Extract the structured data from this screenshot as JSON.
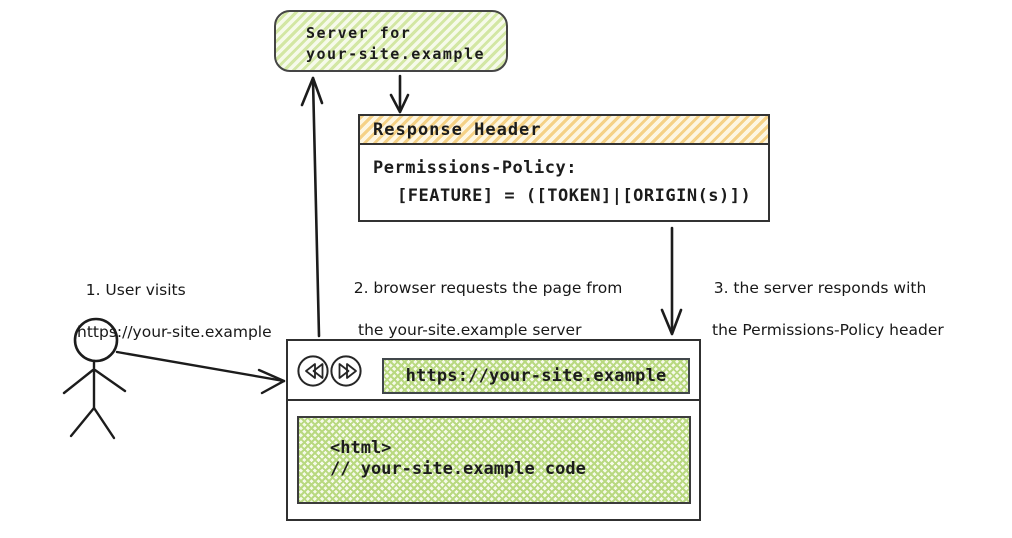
{
  "server_box": {
    "line1": "Server for",
    "line2": "your-site.example"
  },
  "response_header_box": {
    "title": "Response Header",
    "policy_line1": "Permissions-Policy:",
    "policy_line2": "[FEATURE] = ([TOKEN]|[ORIGIN(s)])"
  },
  "steps": [
    {
      "line1": "1. User visits",
      "line2": "https://your-site.example"
    },
    {
      "line1": "2. browser requests the page from",
      "line2": "the your-site.example server"
    },
    {
      "line1": "3. the server responds with",
      "line2": "the Permissions-Policy header"
    }
  ],
  "browser_window": {
    "back_icon": "double-left-triangles",
    "forward_icon": "double-right-triangles",
    "url": "https://your-site.example",
    "page_code_line1": "<html>",
    "page_code_line2": "// your-site.example code"
  },
  "figures": {
    "user_figure": "stick-person",
    "arrows": [
      "user-to-browser",
      "browser-to-server",
      "server-to-response-header",
      "response-header-to-browser"
    ]
  },
  "colors": {
    "ink": "#1c1c1c",
    "green_hatch": "#d3e7a4",
    "green_cross": "#b9d981",
    "green_bg": "#f6faea",
    "orange_hatch": "#f5d186",
    "orange_bg": "#fdf6e2"
  }
}
